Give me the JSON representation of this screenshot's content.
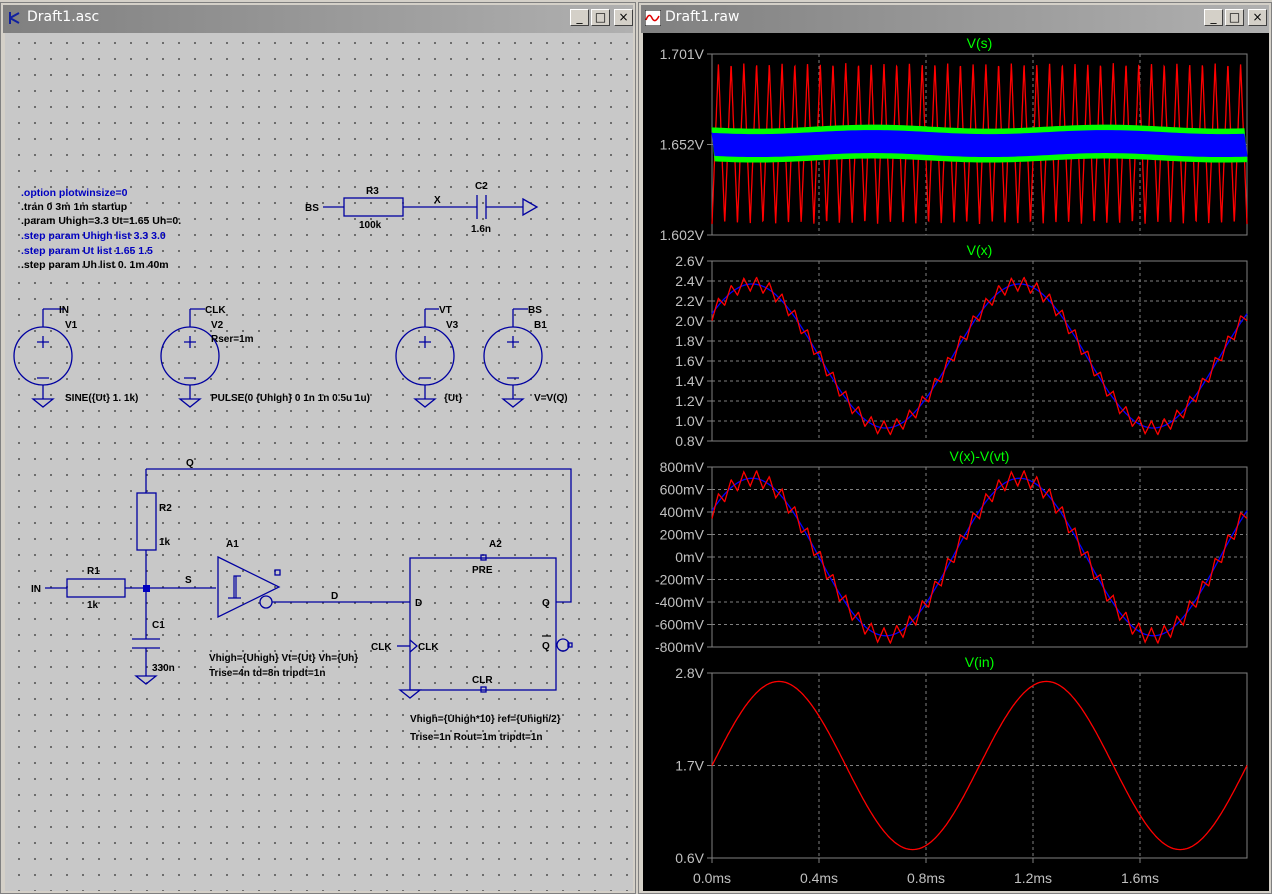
{
  "schematic_window": {
    "title": "Draft1.asc",
    "icon": "ltspice-schematic-icon",
    "buttons": {
      "minimize": "_",
      "maximize": "□",
      "close": "×"
    },
    "directives": [
      {
        "text": ".option plotwinsize=0",
        "color": "#0000c0"
      },
      {
        "text": ".tran 0 3m 1m startup",
        "color": "#000000"
      },
      {
        "text": ".param Uhigh=3.3 Ut=1.65 Uh=0.",
        "color": "#000000"
      },
      {
        "text": ".step param Uhigh list 3.3 3.0",
        "color": "#0000c0"
      },
      {
        "text": ".step param Ut list 1.65 1.5",
        "color": "#0000c0"
      },
      {
        "text": ".step param Uh list 0. 1m 40m",
        "color": "#000000"
      }
    ],
    "labels": {
      "bs_net": "BS",
      "r3": "R3",
      "r3_val": "100k",
      "x_net": "X",
      "c2": "C2",
      "c2_val": "1.6n",
      "in_net_v1": "IN",
      "v1": "V1",
      "v1_val": "SINE({Ut} 1. 1k)",
      "clk_net_v2": "CLK",
      "v2": "V2",
      "v2_rser": "Rser=1m",
      "v2_val": "PULSE(0 {Uhigh} 0 1n 1n 0.5u 1u)",
      "vt_net": "VT",
      "v3": "V3",
      "v3_val": "{Ut}",
      "bs_net_b1": "BS",
      "b1": "B1",
      "b1_val": "V=V(Q)",
      "q_net": "Q",
      "r2": "R2",
      "r2_val": "1k",
      "in_net": "IN",
      "r1": "R1",
      "r1_val": "1k",
      "s_net": "S",
      "c1": "C1",
      "c1_val": "330n",
      "a1": "A1",
      "d_net": "D",
      "a1_params_1": "Vhigh={Uhigh} Vt={Ut} Vh={Uh}",
      "a1_params_2": "Trise=4n td=8n tripdt=1n",
      "a2": "A2",
      "pre": "PRE",
      "d_pin": "D",
      "q_pin": "Q",
      "qbar_pin": "Q",
      "clk_net": "CLK",
      "clk_pin": "CLK",
      "clr": "CLR",
      "a2_params_1": "Vhigh={Uhigh*10} ref={Uhigh/2}",
      "a2_params_2": "Trise=1n Rout=1m tripdt=1n"
    }
  },
  "waveform_window": {
    "title": "Draft1.raw",
    "icon": "waveform-icon",
    "buttons": {
      "minimize": "_",
      "maximize": "□",
      "close": "×"
    },
    "x_ticks": [
      "0.0ms",
      "0.4ms",
      "0.8ms",
      "1.2ms",
      "1.6ms"
    ],
    "colors": {
      "background": "#000000",
      "grid": "#808080",
      "trace_red": "#ff0000",
      "trace_blue": "#0000ff",
      "trace_green": "#00ff00",
      "axis_text": "#c0c0c0",
      "title_text": "#00ff00"
    }
  },
  "chart_data": [
    {
      "type": "line",
      "title": "V(s)",
      "y_ticks": [
        "1.701V",
        "1.652V",
        "1.602V"
      ],
      "ylim": [
        1.602,
        1.701
      ],
      "xlim": [
        0,
        2.0
      ],
      "grid": true,
      "series": [
        {
          "color": "#ff0000",
          "kind": "triangle",
          "center": 1.652,
          "amplitude": 0.044,
          "periods": 42
        },
        {
          "color": "#00ff00",
          "kind": "band",
          "center": 1.652,
          "amplitude": 0.009
        },
        {
          "color": "#0000ff",
          "kind": "band",
          "center": 1.652,
          "amplitude": 0.006
        }
      ]
    },
    {
      "type": "line",
      "title": "V(x)",
      "y_ticks": [
        "2.6V",
        "2.4V",
        "2.2V",
        "2.0V",
        "1.8V",
        "1.6V",
        "1.4V",
        "1.2V",
        "1.0V",
        "0.8V"
      ],
      "ylim": [
        0.8,
        2.6
      ],
      "xlim": [
        0,
        2.0
      ],
      "grid": true,
      "series": [
        {
          "color": "#0000ff",
          "kind": "sine",
          "offset": 1.65,
          "amplitude": 0.72,
          "freq_per_ms": 1,
          "phase_ms": -0.1
        },
        {
          "color": "#ff0000",
          "kind": "sine_ripple",
          "offset": 1.65,
          "amplitude": 0.72,
          "freq_per_ms": 1,
          "phase_ms": -0.1,
          "ripple": 0.07,
          "ripple_periods": 42
        }
      ]
    },
    {
      "type": "line",
      "title": "V(x)-V(vt)",
      "y_ticks": [
        "800mV",
        "600mV",
        "400mV",
        "200mV",
        "0mV",
        "-200mV",
        "-400mV",
        "-600mV",
        "-800mV"
      ],
      "ylim": [
        -0.8,
        0.8
      ],
      "xlim": [
        0,
        2.0
      ],
      "grid": true,
      "series": [
        {
          "color": "#0000ff",
          "kind": "sine",
          "offset": 0,
          "amplitude": 0.7,
          "freq_per_ms": 1,
          "phase_ms": -0.1
        },
        {
          "color": "#ff0000",
          "kind": "sine_ripple",
          "offset": 0,
          "amplitude": 0.7,
          "freq_per_ms": 1,
          "phase_ms": -0.1,
          "ripple": 0.07,
          "ripple_periods": 42
        }
      ]
    },
    {
      "type": "line",
      "title": "V(in)",
      "y_ticks": [
        "2.8V",
        "1.7V",
        "0.6V"
      ],
      "ylim": [
        0.6,
        2.8
      ],
      "xlim": [
        0,
        2.0
      ],
      "grid": true,
      "series": [
        {
          "color": "#ff0000",
          "kind": "sine",
          "offset": 1.7,
          "amplitude": 1.0,
          "freq_per_ms": 1,
          "phase_ms": 0
        }
      ]
    }
  ]
}
